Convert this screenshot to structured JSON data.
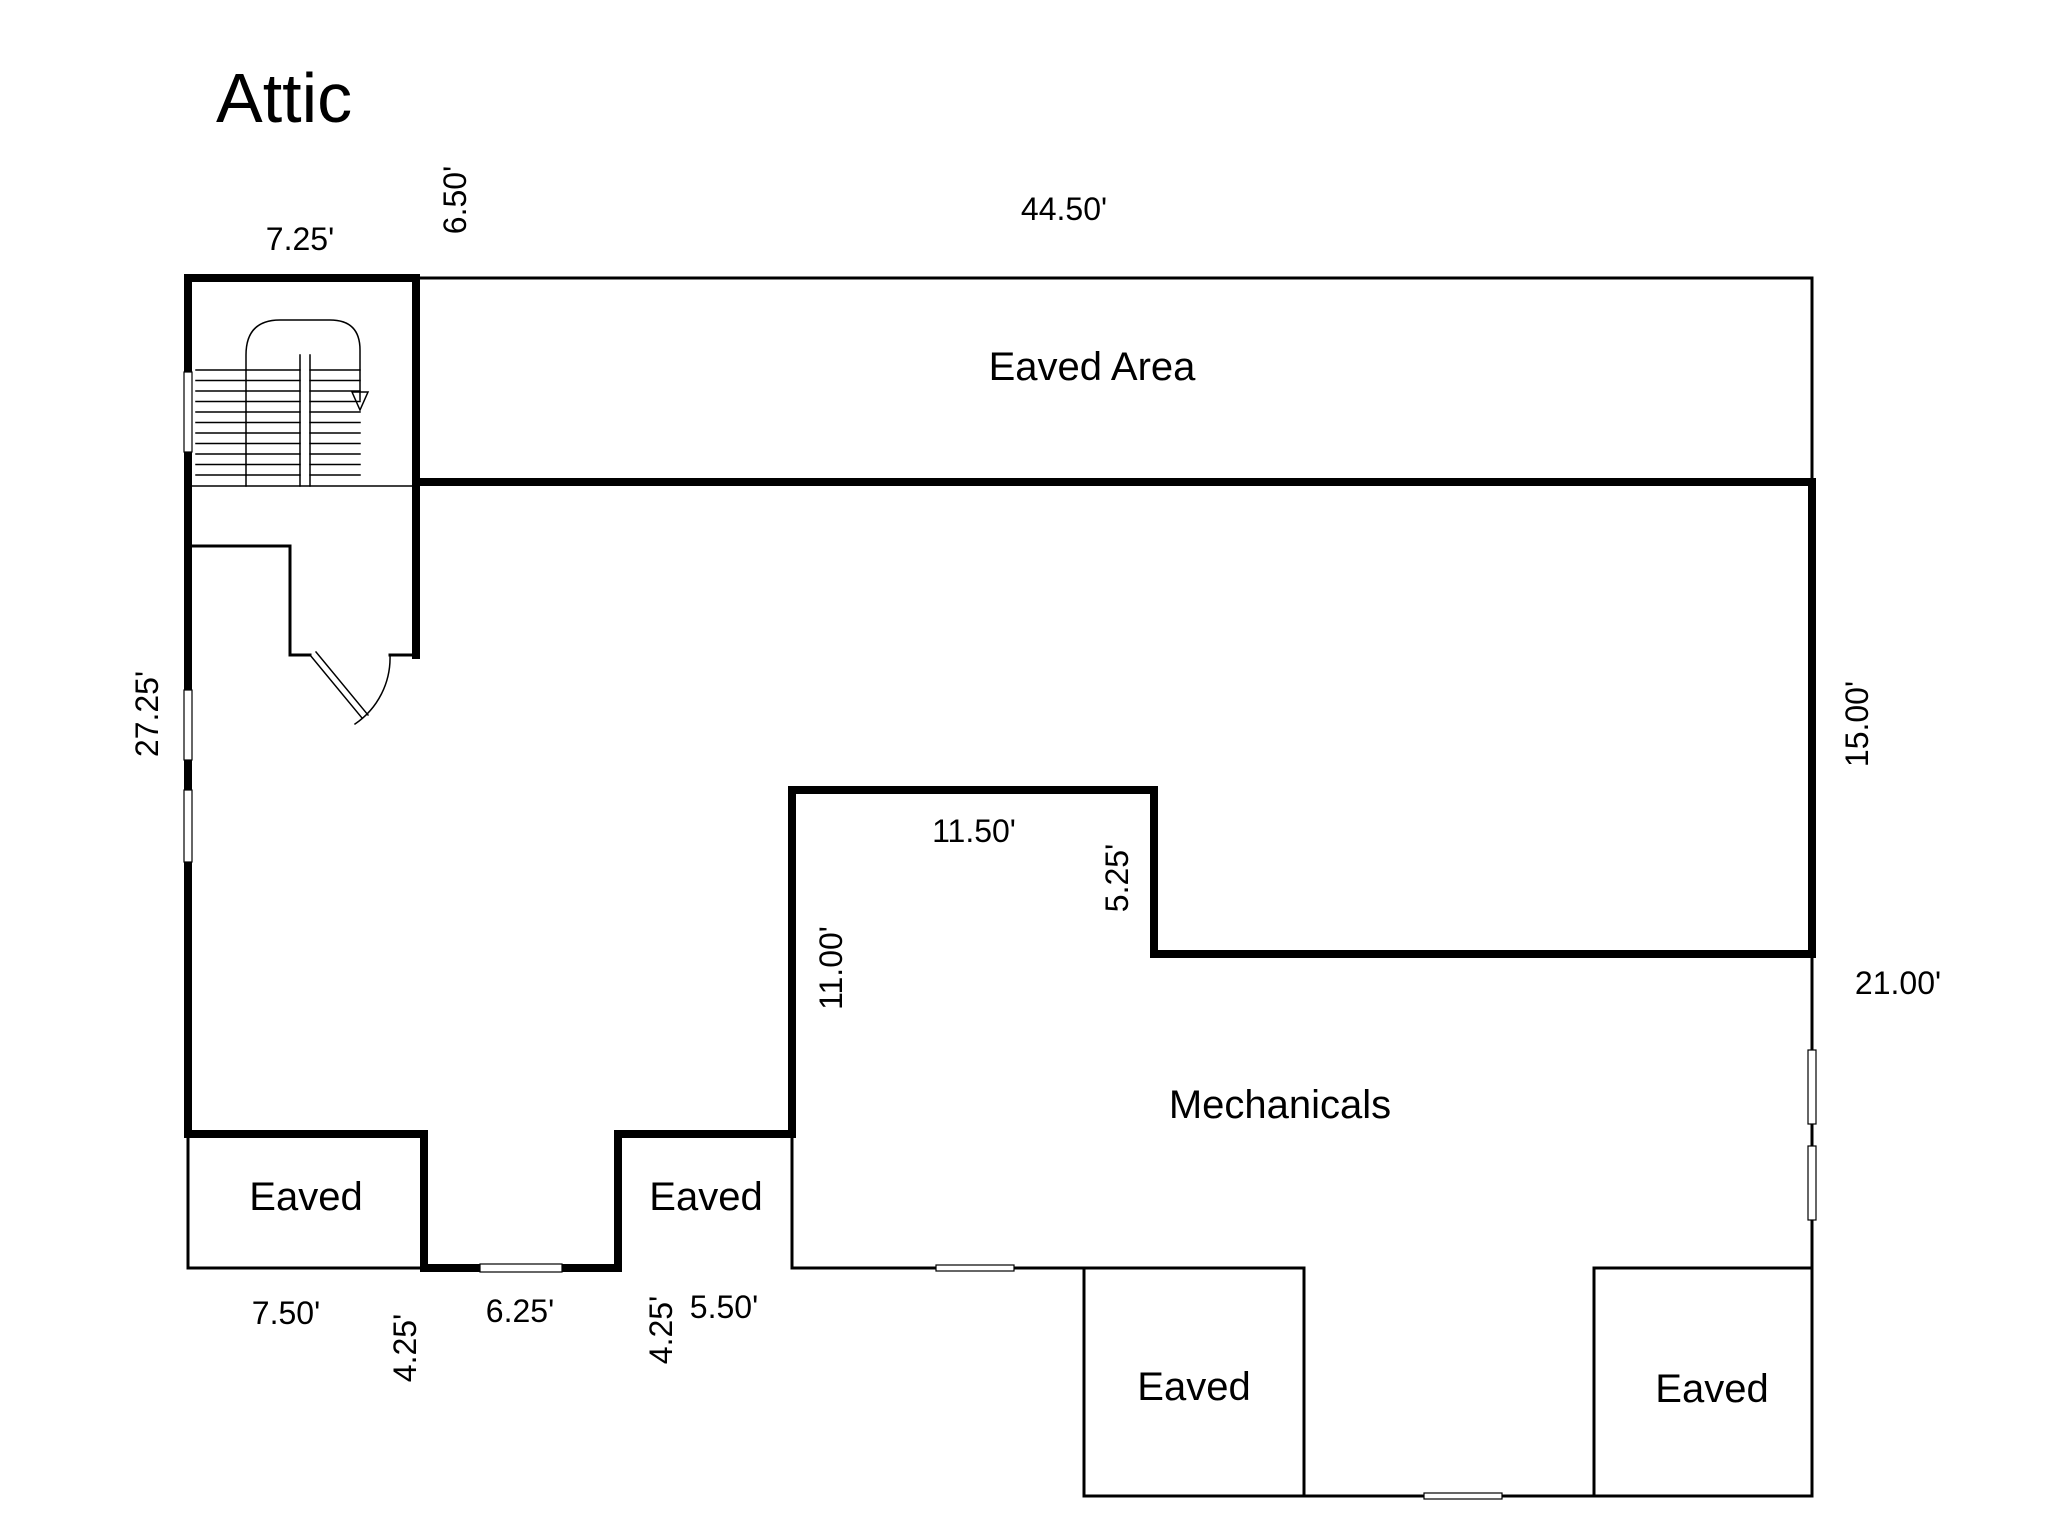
{
  "title": "Attic",
  "rooms": {
    "eaved_area": "Eaved Area",
    "mechanicals": "Mechanicals",
    "eaved_bottom_left": "Eaved",
    "eaved_bottom_mid": "Eaved",
    "eaved_lower_left": "Eaved",
    "eaved_lower_right": "Eaved"
  },
  "dimensions": {
    "stair_width": "7.25'",
    "stair_height": "6.50'",
    "top_width": "44.50'",
    "left_height": "27.25'",
    "right_upper": "15.00'",
    "right_lower": "21.00'",
    "notch_width": "11.50'",
    "notch_height": "5.25'",
    "mech_left_height": "11.00'",
    "bottom_eaved_left": "7.50'",
    "bottom_left_depth": "4.25'",
    "bottom_opening": "6.25'",
    "bottom_mid_depth": "4.25'",
    "bottom_eaved_mid": "5.50'"
  }
}
